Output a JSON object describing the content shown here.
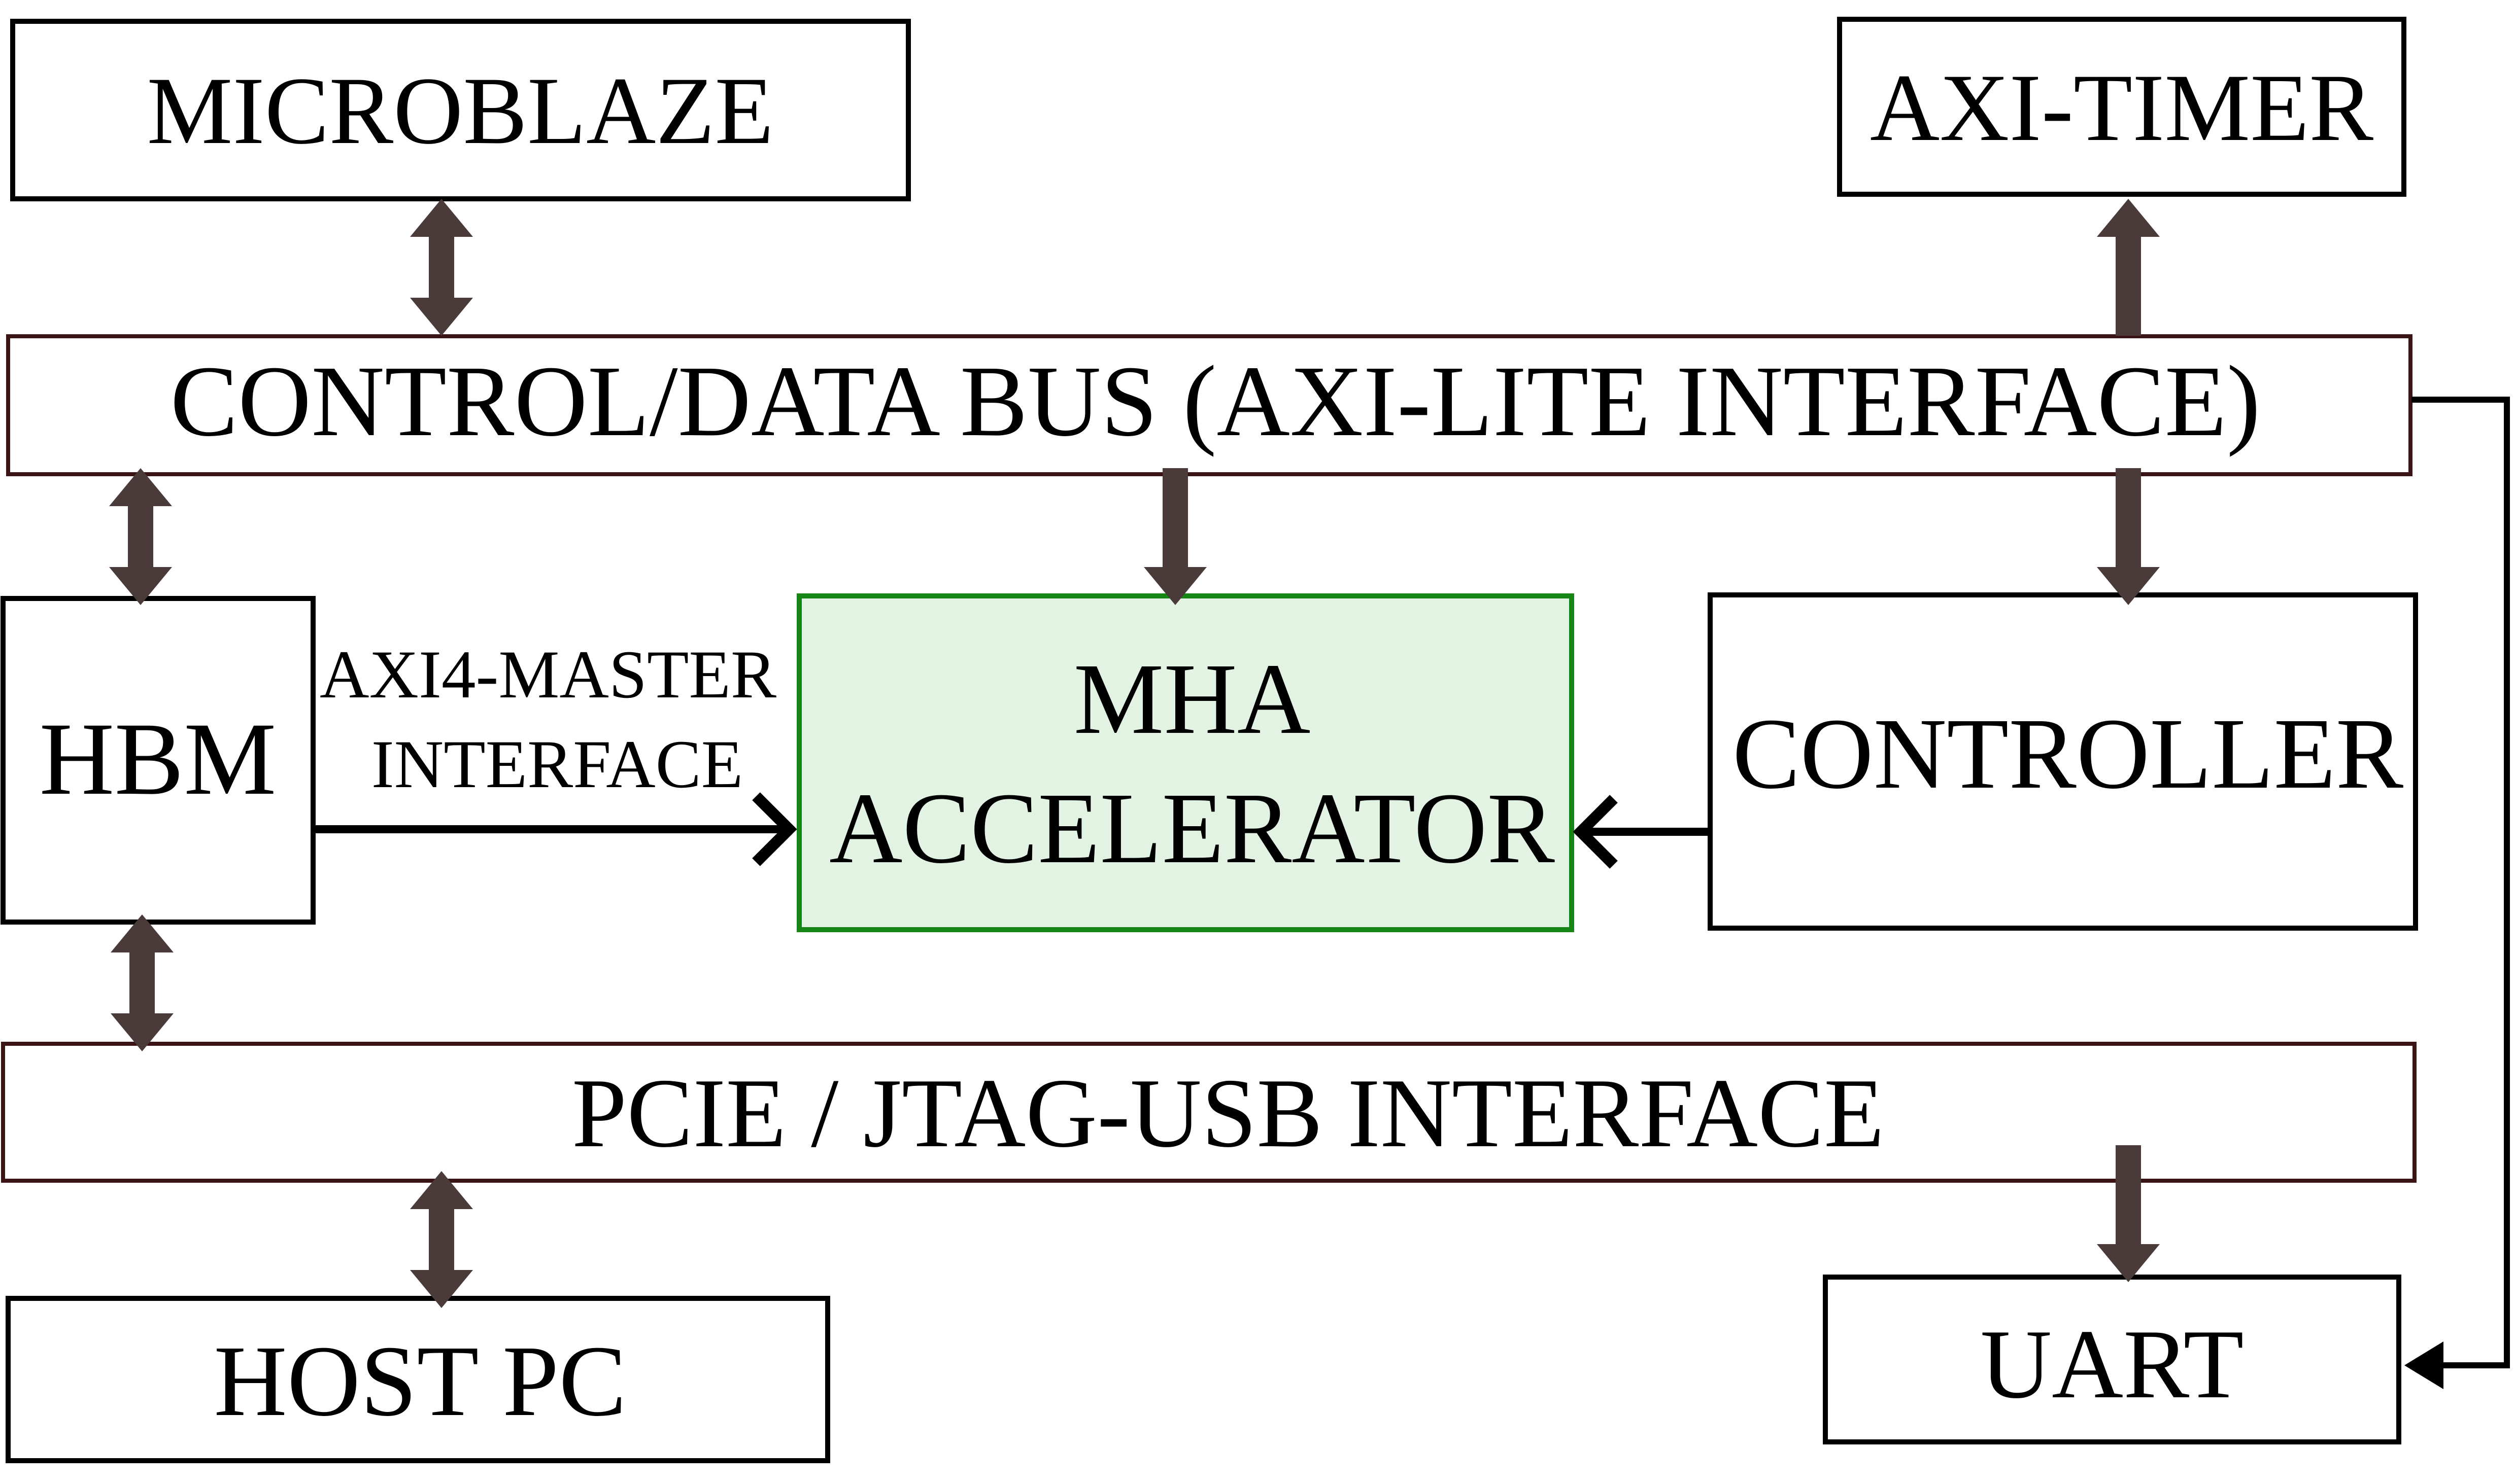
{
  "blocks": {
    "microblaze": "MICROBLAZE",
    "axi_timer": "AXI-TIMER",
    "control_bus": "CONTROL/DATA BUS (AXI-LITE INTERFACE)",
    "hbm": "HBM",
    "mha_line1": "MHA",
    "mha_line2": "ACCELERATOR",
    "controller": "CONTROLLER",
    "pcie": "PCIE / JTAG-USB INTERFACE",
    "host_pc": "HOST PC",
    "uart": "UART"
  },
  "connections": {
    "axi4_line1": "AXI4-MASTER",
    "axi4_line2": "INTERFACE"
  },
  "colors": {
    "arrow_brown": "#4a3a3a",
    "bus_border": "#3a1414",
    "mha_fill": "#e3f3e3",
    "mha_border": "#158515"
  }
}
